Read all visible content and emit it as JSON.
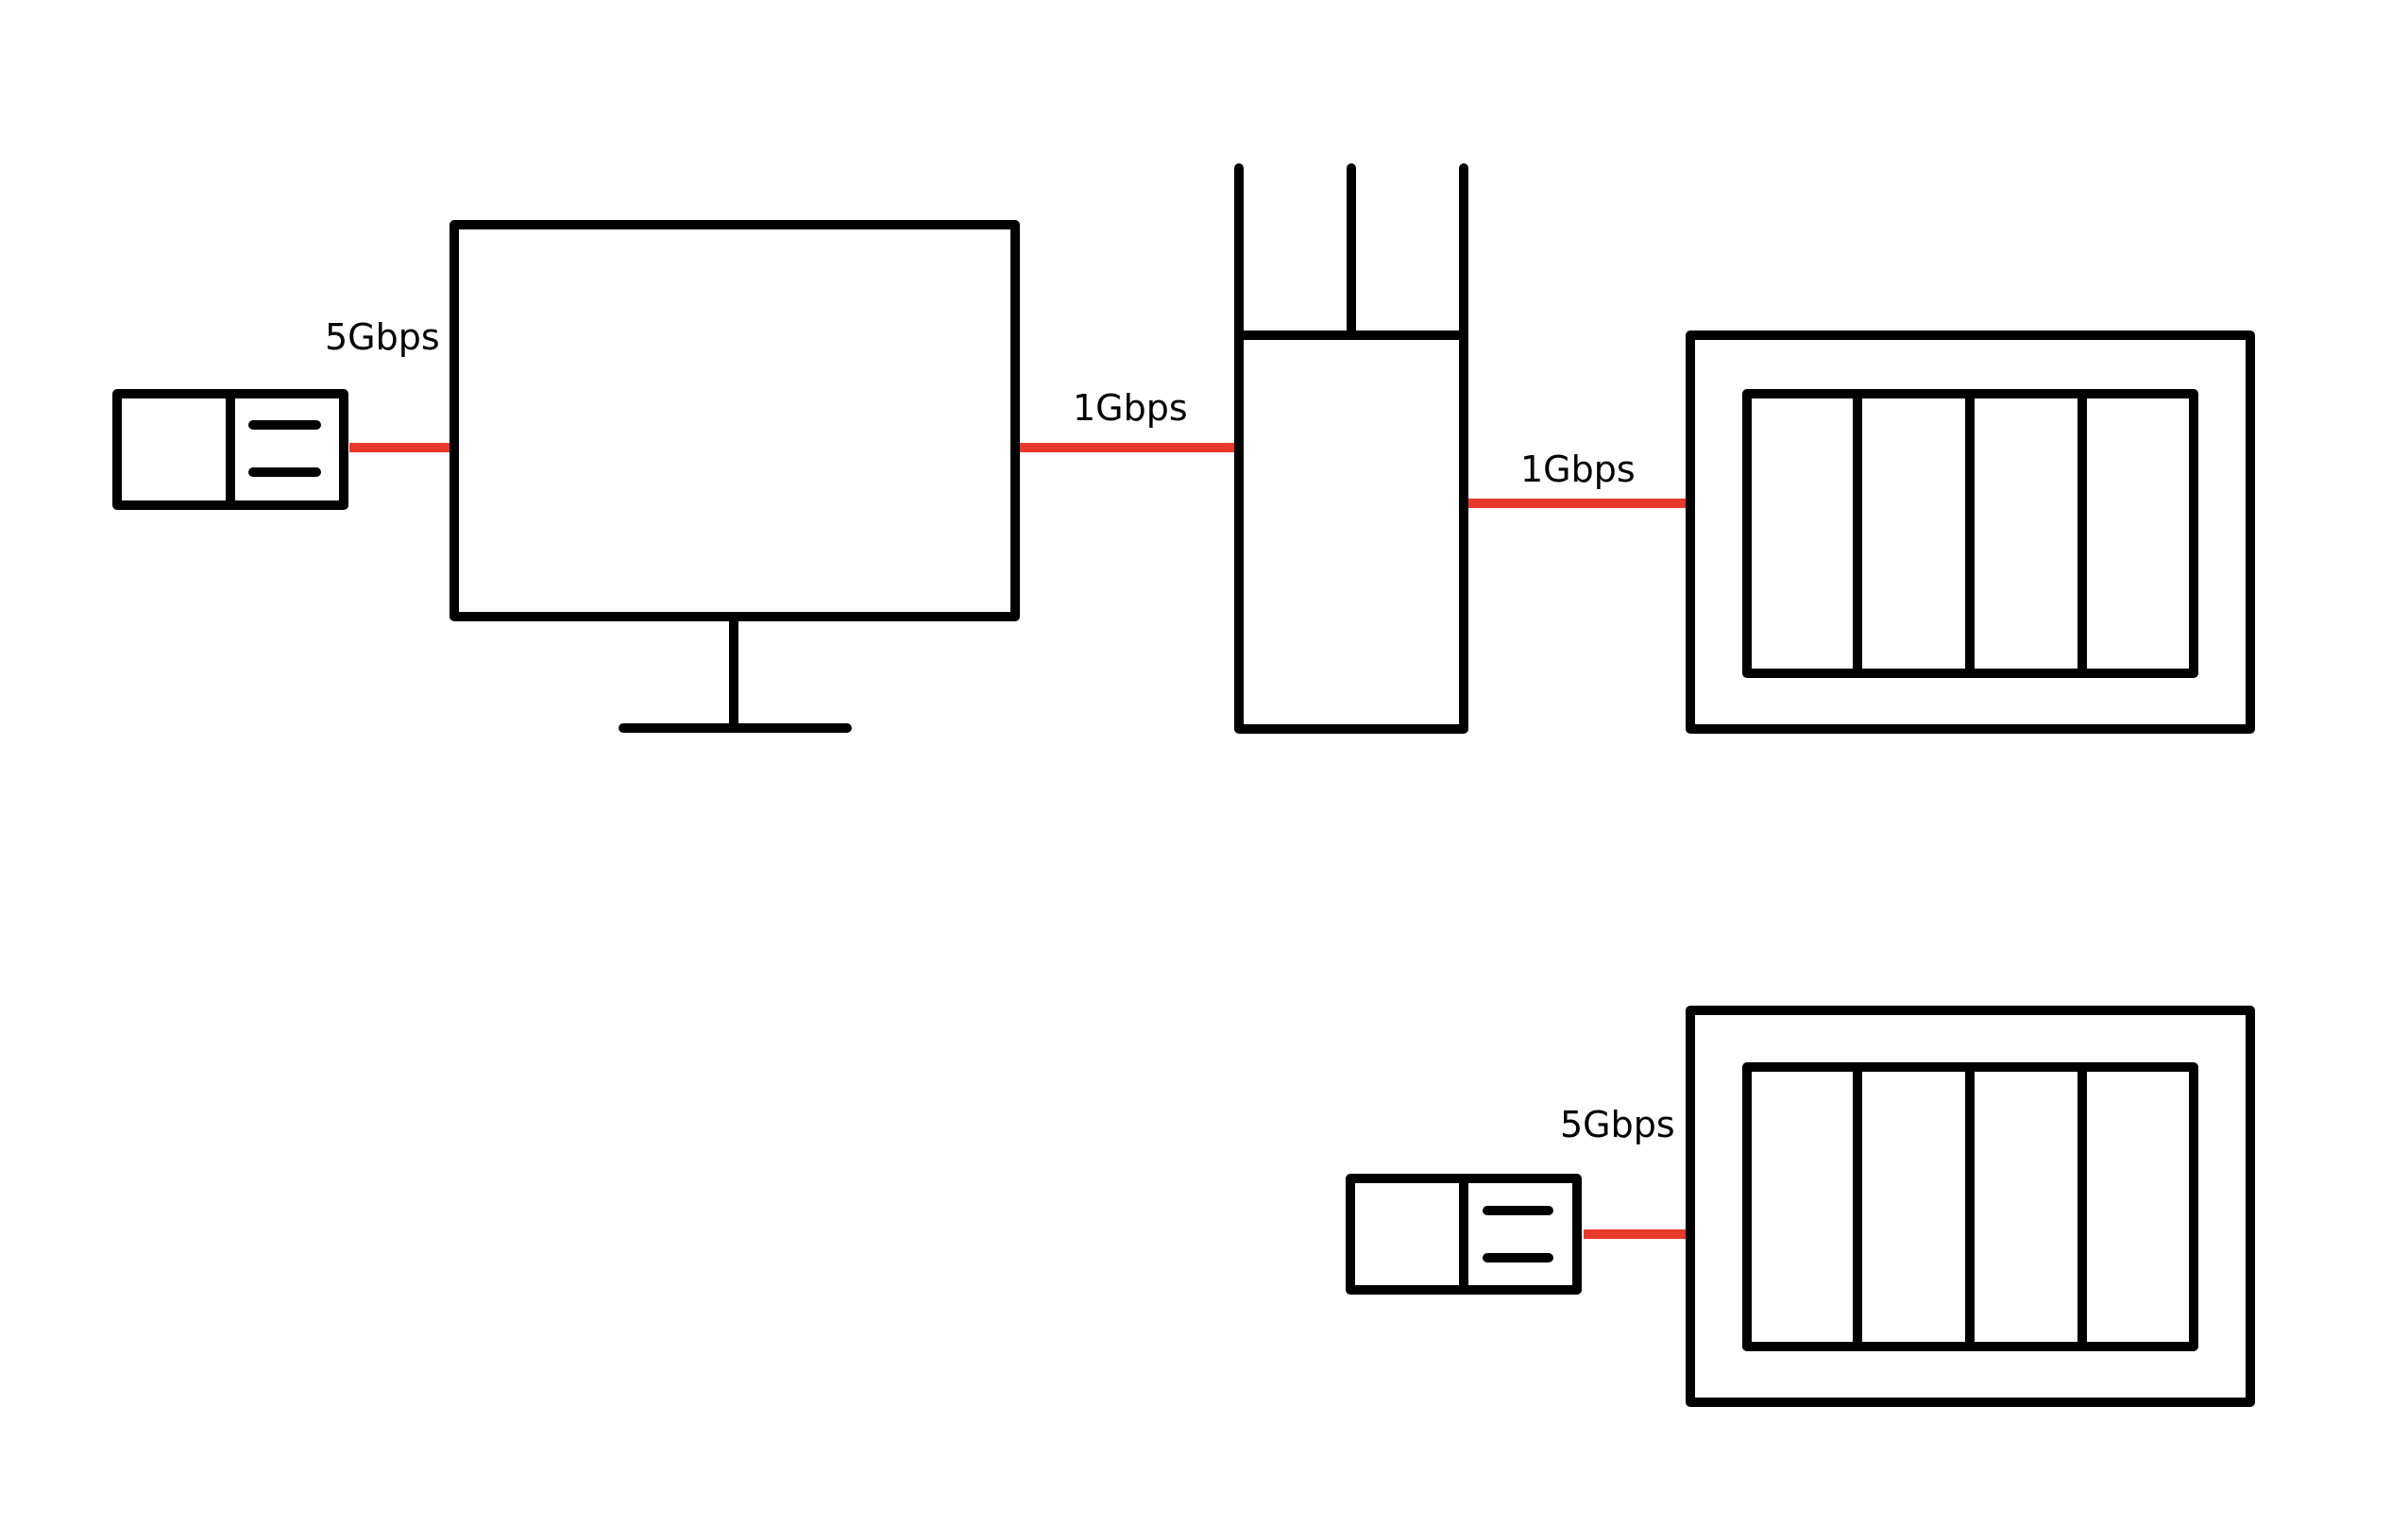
{
  "colors": {
    "device_stroke": "#000000",
    "link": "#e8392b",
    "label": "#000000",
    "background": "#ffffff"
  },
  "links": [
    {
      "id": "adapter-1-to-computer",
      "label": "5Gbps"
    },
    {
      "id": "computer-to-router",
      "label": "1Gbps"
    },
    {
      "id": "router-to-nas-1",
      "label": "1Gbps"
    },
    {
      "id": "adapter-2-to-nas-2",
      "label": "5Gbps"
    }
  ],
  "devices": [
    {
      "id": "usb-adapter-1",
      "icon": "usb-network-adapter-icon"
    },
    {
      "id": "computer",
      "icon": "desktop-monitor-icon"
    },
    {
      "id": "router",
      "icon": "wifi-router-icon"
    },
    {
      "id": "nas-1",
      "icon": "nas-four-bay-icon"
    },
    {
      "id": "usb-adapter-2",
      "icon": "usb-network-adapter-icon"
    },
    {
      "id": "nas-2",
      "icon": "nas-four-bay-icon"
    }
  ]
}
